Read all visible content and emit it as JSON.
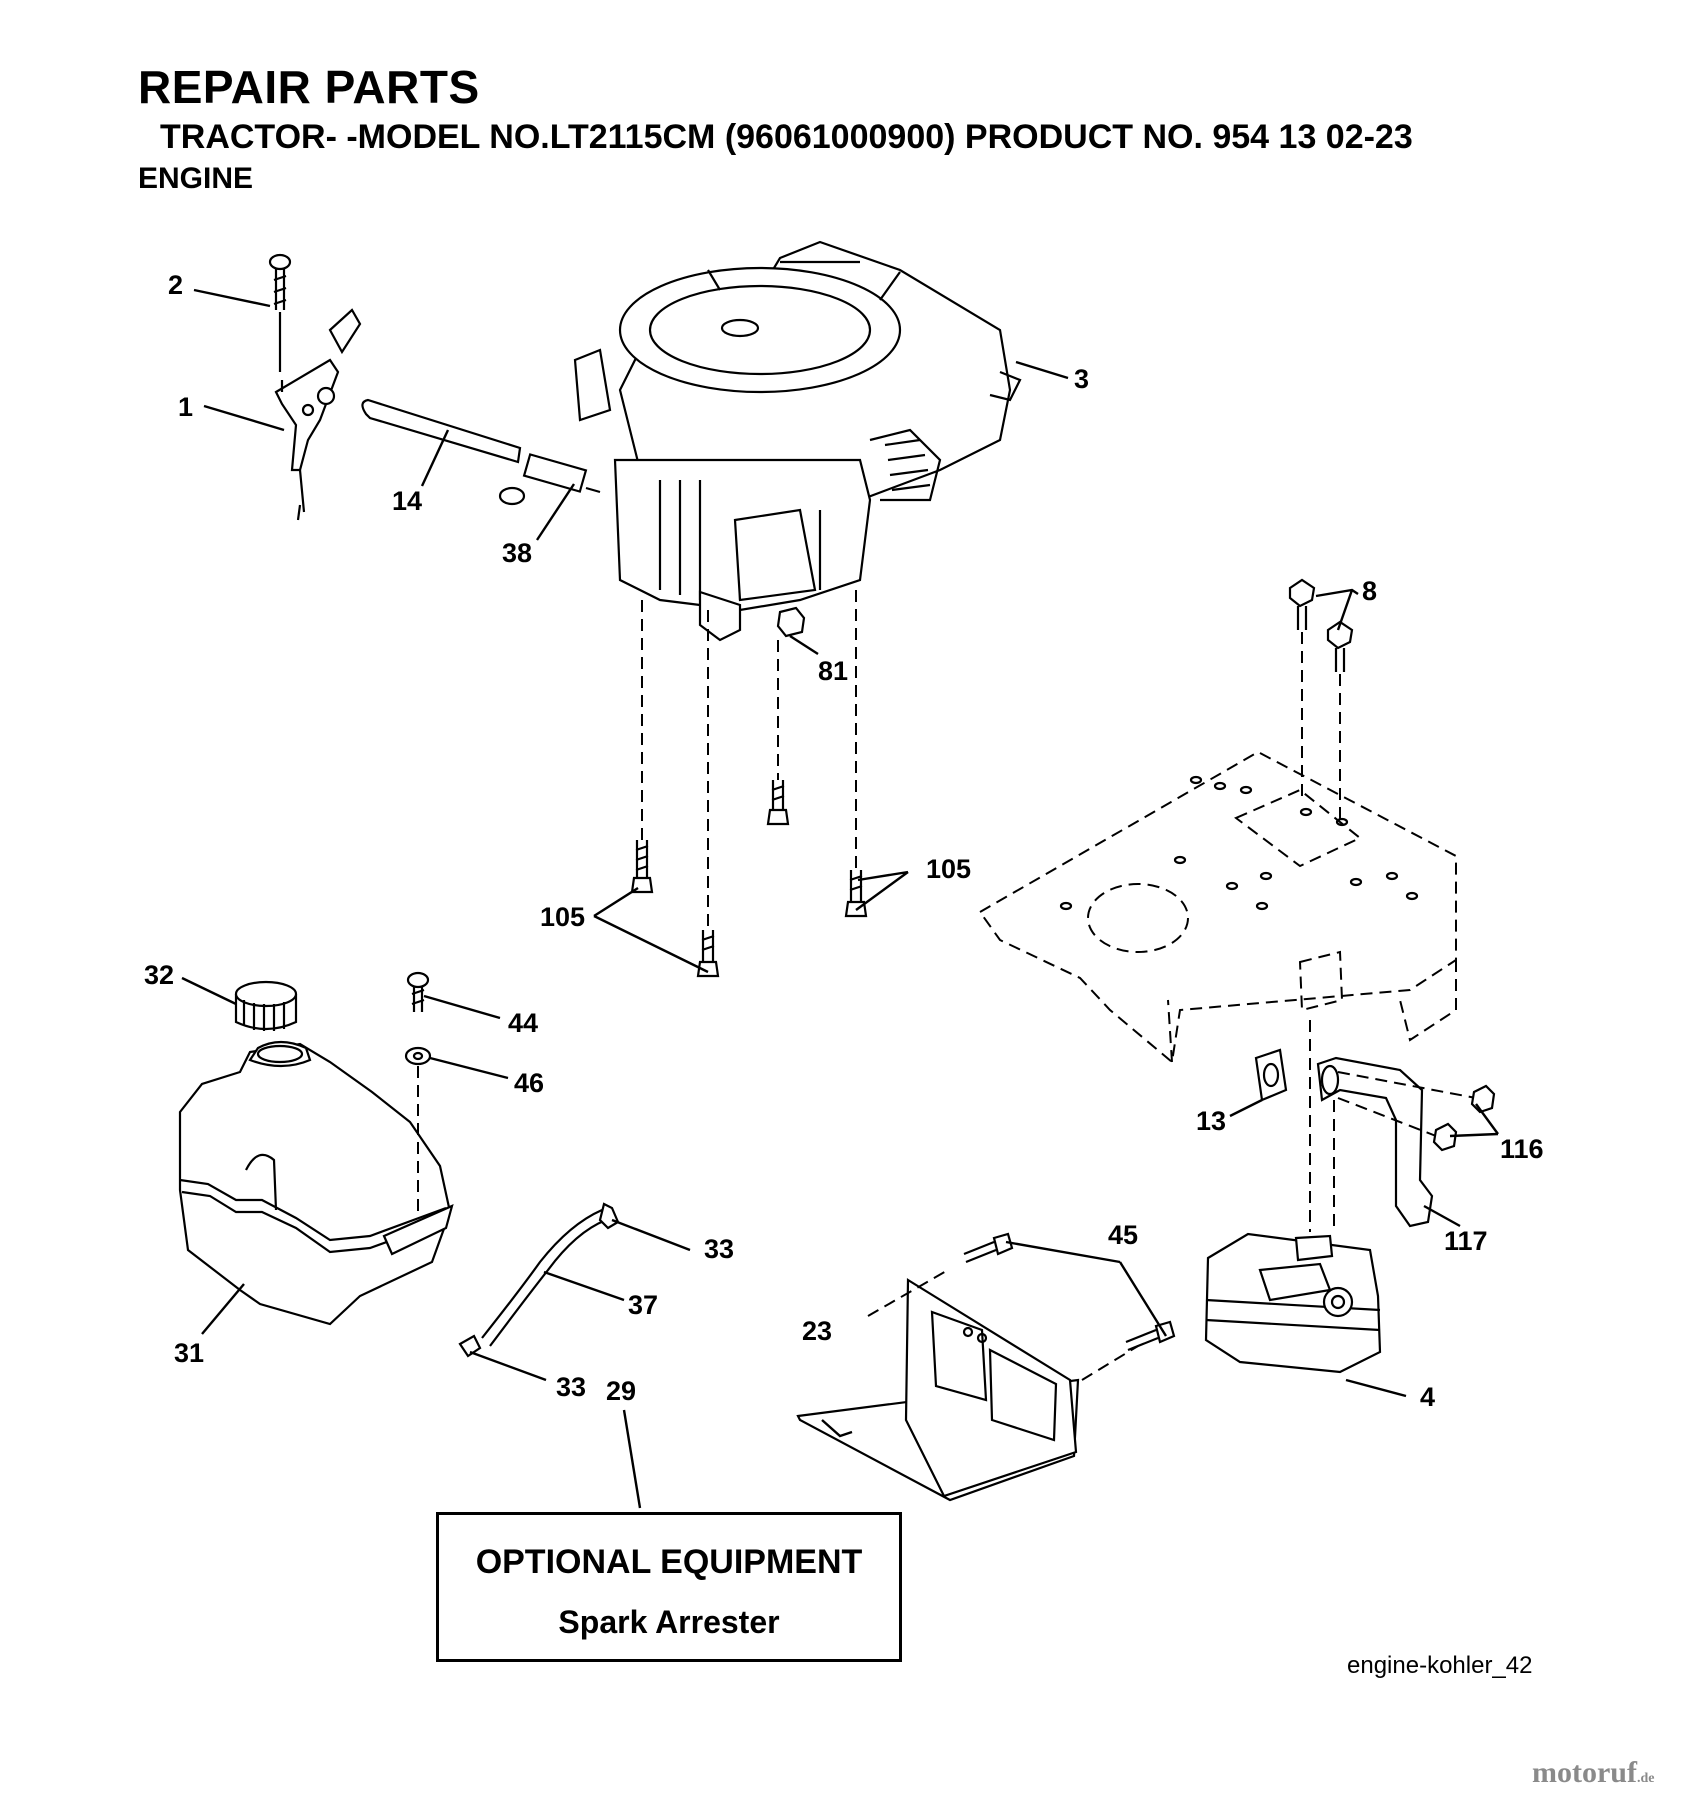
{
  "header": {
    "title": "REPAIR PARTS",
    "subtitle": "TRACTOR- -MODEL NO.LT2115CM (96061000900) PRODUCT NO. 954 13 02-23",
    "section": "ENGINE"
  },
  "callouts": {
    "c1": "1",
    "c2": "2",
    "c3": "3",
    "c4": "4",
    "c8": "8",
    "c13": "13",
    "c14": "14",
    "c23": "23",
    "c29": "29",
    "c31": "31",
    "c32": "32",
    "c33a": "33",
    "c33b": "33",
    "c37": "37",
    "c38": "38",
    "c44": "44",
    "c45": "45",
    "c46": "46",
    "c81": "81",
    "c105a": "105",
    "c105b": "105",
    "c116": "116",
    "c117": "117"
  },
  "optional_box": {
    "line1": "OPTIONAL EQUIPMENT",
    "line2": "Spark Arrester"
  },
  "image_id": "engine-kohler_42",
  "watermark": {
    "main": "motoruf",
    "suffix": ".de"
  },
  "colors": {
    "ink": "#000000",
    "background": "#ffffff",
    "watermark": "#8a8a8a"
  },
  "parts": [
    {
      "name": "throttle-control",
      "icon": "throttle-bracket-icon"
    },
    {
      "name": "engine",
      "icon": "engine-icon"
    },
    {
      "name": "fuel-tank",
      "icon": "fuel-tank-icon"
    },
    {
      "name": "fuel-cap",
      "icon": "fuel-cap-icon"
    },
    {
      "name": "muffler",
      "icon": "muffler-icon"
    },
    {
      "name": "frame",
      "icon": "frame-icon"
    },
    {
      "name": "heat-shield",
      "icon": "heat-shield-icon"
    }
  ]
}
